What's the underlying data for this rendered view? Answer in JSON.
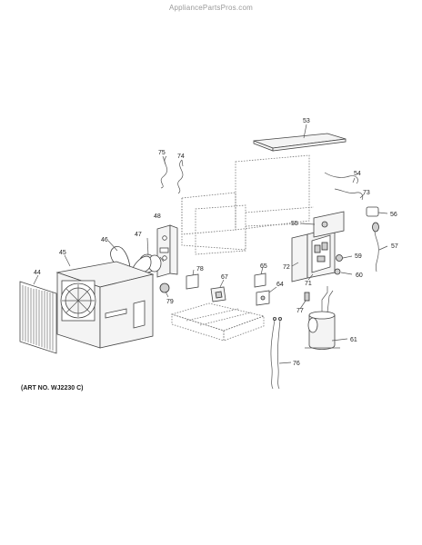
{
  "watermark": "AppliancePartsPros.com",
  "art_number": "(ART NO. WJ2230 C)",
  "callouts": {
    "c53": "53",
    "c75": "75",
    "c74": "74",
    "c54": "54",
    "c73": "73",
    "c48": "48",
    "c56": "56",
    "c55": "55",
    "c47": "47",
    "c46": "46",
    "c45": "45",
    "c44": "44",
    "c78": "78",
    "c67": "67",
    "c65": "65",
    "c72": "72",
    "c59": "59",
    "c60": "60",
    "c57": "57",
    "c79": "79",
    "c64": "64",
    "c71": "71",
    "c77": "77",
    "c61": "61",
    "c76": "76"
  }
}
